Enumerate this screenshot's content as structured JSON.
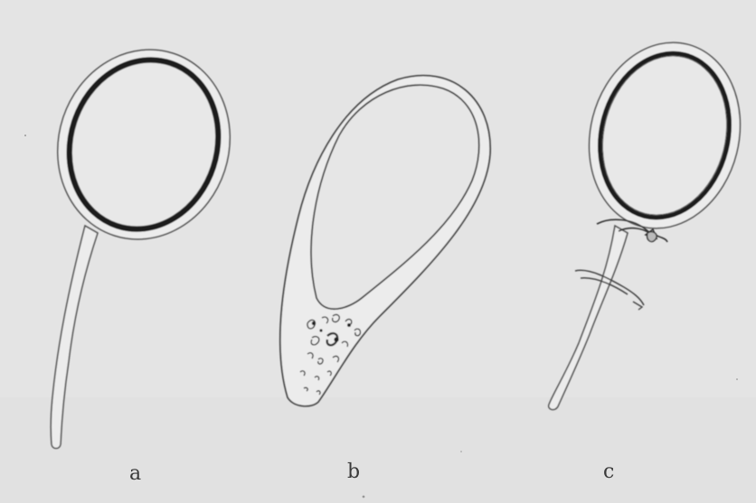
{
  "figure": {
    "labels": {
      "a": "a",
      "b": "b",
      "c": "c"
    }
  }
}
